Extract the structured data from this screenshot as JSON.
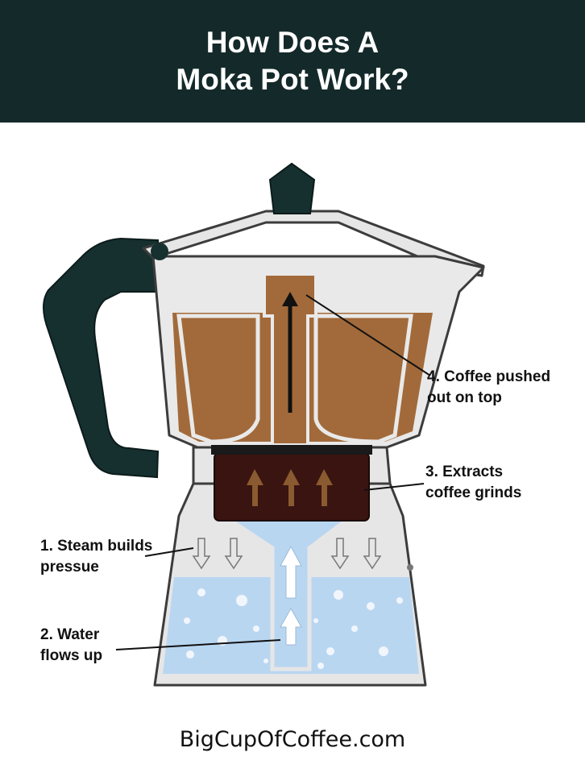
{
  "title": {
    "line1": "How Does A",
    "line2": "Moka Pot Work?"
  },
  "labels": {
    "step1": {
      "line1": "1. Steam builds",
      "line2": "pressue"
    },
    "step2": {
      "line1": "2. Water",
      "line2": "flows up"
    },
    "step3": {
      "line1": "3. Extracts",
      "line2": "coffee grinds"
    },
    "step4": {
      "line1": "4. Coffee pushed",
      "line2": "out on top"
    }
  },
  "footer": {
    "text": "BigCupOfCoffee.com"
  },
  "colors": {
    "header_bg": "#14292a",
    "coffee": "#a26a3a",
    "water": "#b9d6f1",
    "grounds": "#3a1410",
    "handle": "#16302f",
    "metal": "#e6e6e6"
  }
}
